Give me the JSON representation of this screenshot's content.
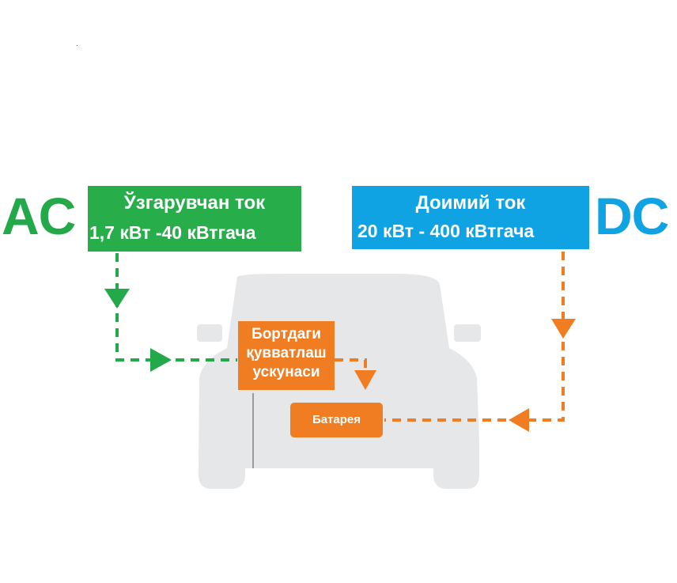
{
  "ac": {
    "big_label": "AC",
    "title": "Ўзгарувчан ток",
    "range": "1,7 кВт -40 кВтгача",
    "color": "#27ae4b"
  },
  "dc": {
    "big_label": "DC",
    "title": "Доимий ток",
    "range": "20 кВт - 400 кВтгача",
    "color": "#0fa3e3"
  },
  "onboard_charger": {
    "lines": [
      "Бортдаги",
      "қувватлаш",
      "ускунаси"
    ],
    "color": "#f07d22"
  },
  "battery": {
    "label": "Батарея",
    "color": "#f07d22"
  },
  "car": {
    "icon": "car-front-icon",
    "color": "#e6e7e8"
  }
}
